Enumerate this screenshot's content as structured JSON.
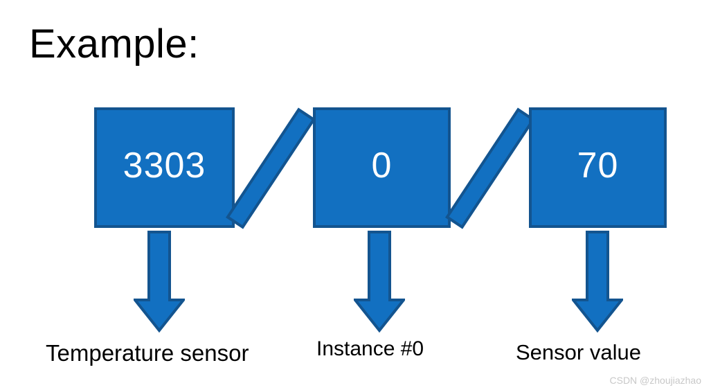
{
  "slide": {
    "title": "Example:",
    "background_color": "#FFFFFF"
  },
  "palette": {
    "box_fill": "#1270C1",
    "box_border": "#13548F",
    "box_text": "#FFFFFF",
    "caption_text": "#000000",
    "watermark_text": "#C8C8C8"
  },
  "boxes": [
    {
      "value": "3303",
      "caption": "Temperature sensor",
      "arrow": "down-arrow-icon"
    },
    {
      "value": "0",
      "caption": "Instance #0",
      "arrow": "down-arrow-icon"
    },
    {
      "value": "70",
      "caption": "Sensor value",
      "arrow": "down-arrow-icon"
    }
  ],
  "separators": [
    {
      "glyph": "slash-separator"
    },
    {
      "glyph": "slash-separator"
    }
  ],
  "watermark": {
    "text": "CSDN @zhoujiazhao"
  }
}
